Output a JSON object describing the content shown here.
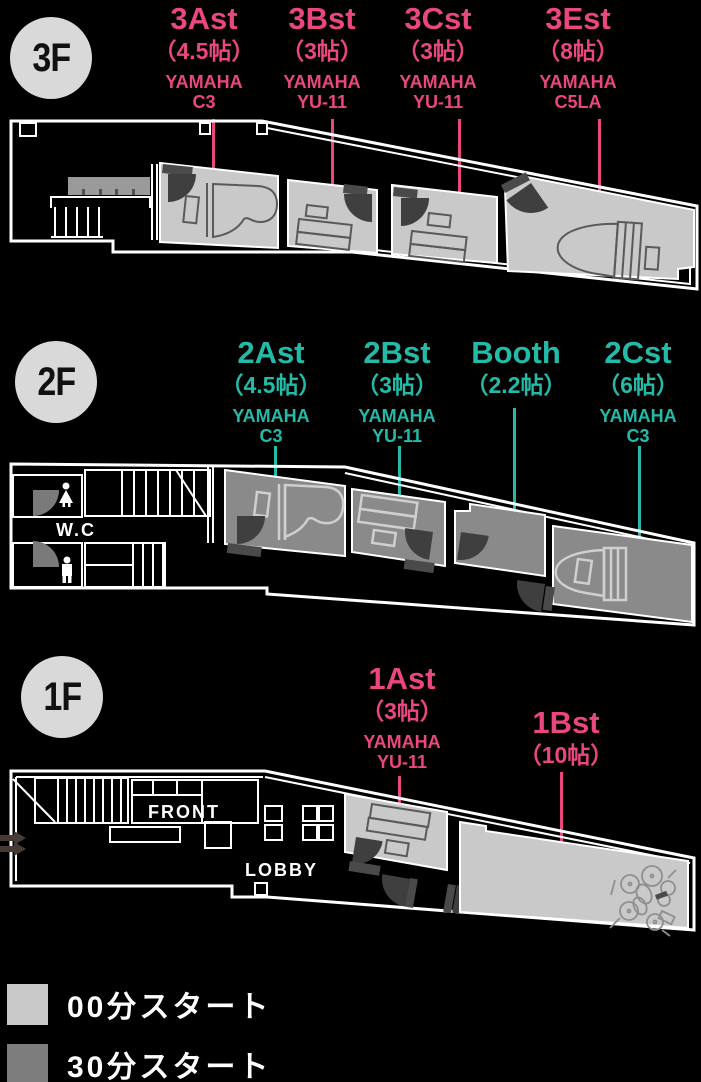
{
  "floors": [
    {
      "badge": "3F",
      "accent": "#ea4680",
      "rooms": [
        {
          "name": "3Ast",
          "size": "（4.5帖）",
          "maker": "YAMAHA",
          "model": "C3",
          "start": "00分スタート"
        },
        {
          "name": "3Bst",
          "size": "（3帖）",
          "maker": "YAMAHA",
          "model": "YU-11",
          "start": "00分スタート"
        },
        {
          "name": "3Cst",
          "size": "（3帖）",
          "maker": "YAMAHA",
          "model": "YU-11",
          "start": "00分スタート"
        },
        {
          "name": "3Est",
          "size": "（8帖）",
          "maker": "YAMAHA",
          "model": "C5LA",
          "start": "00分スタート"
        }
      ]
    },
    {
      "badge": "2F",
      "accent": "#24baa8",
      "rooms": [
        {
          "name": "2Ast",
          "size": "（4.5帖）",
          "maker": "YAMAHA",
          "model": "C3",
          "start": "30分スタート"
        },
        {
          "name": "2Bst",
          "size": "（3帖）",
          "maker": "YAMAHA",
          "model": "YU-11",
          "start": "30分スタート"
        },
        {
          "name": "Booth",
          "size": "（2.2帖）",
          "start": "30分スタート"
        },
        {
          "name": "2Cst",
          "size": "（6帖）",
          "maker": "YAMAHA",
          "model": "C3",
          "start": "30分スタート"
        }
      ]
    },
    {
      "badge": "1F",
      "accent": "#ea4680",
      "rooms": [
        {
          "name": "1Ast",
          "size": "（3帖）",
          "maker": "YAMAHA",
          "model": "YU-11",
          "start": "00分スタート"
        },
        {
          "name": "1Bst",
          "size": "（10帖）",
          "start": "00分スタート"
        }
      ]
    }
  ],
  "plan_labels": {
    "wc": "W.C",
    "front": "FRONT",
    "lobby": "LOBBY"
  },
  "legend": {
    "items": [
      {
        "label": "00分スタート",
        "color": "#c9c9c9"
      },
      {
        "label": "30分スタート",
        "color": "#7d7d7d"
      }
    ]
  }
}
